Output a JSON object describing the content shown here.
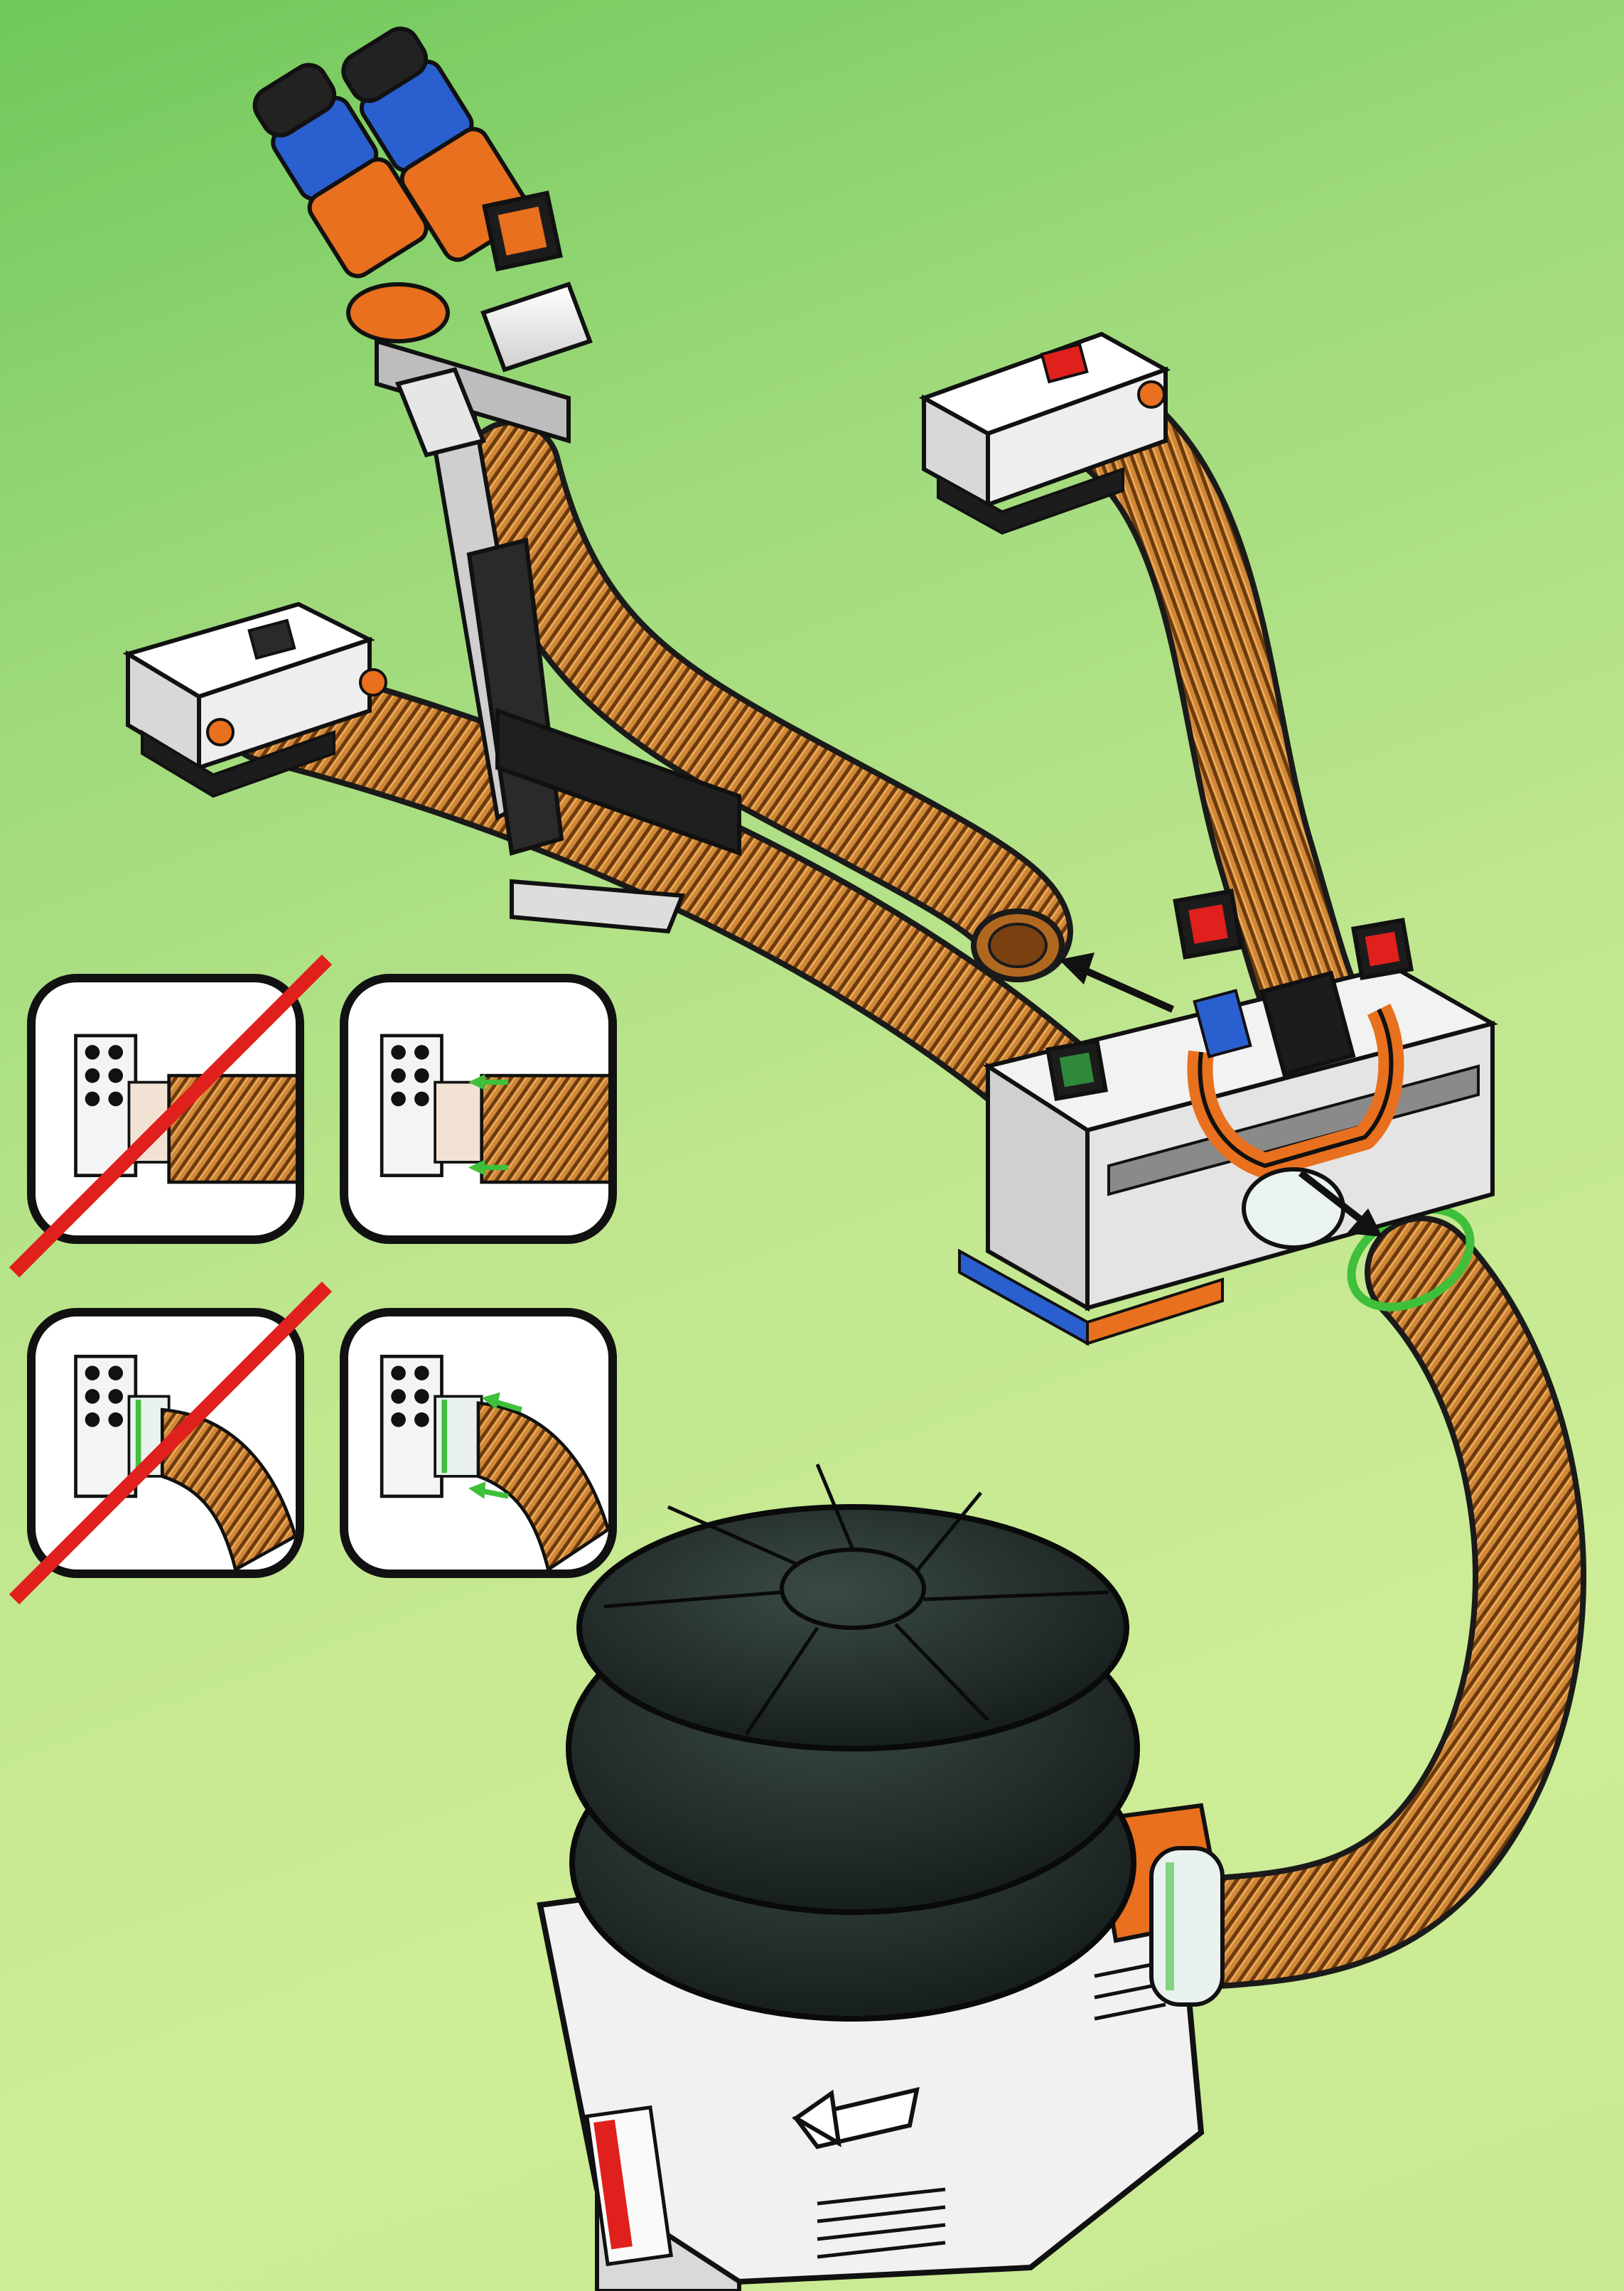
{
  "scene": {
    "description_free": true,
    "colors": {
      "background_top": "#6fc85a",
      "background_bottom": "#cdec96",
      "hose": "#c87828",
      "hose_rib": "#6b3a0c",
      "brick_white": "#eeeeee",
      "brick_gray": "#9a9a9a",
      "brick_black": "#1c1c1c",
      "brick_orange": "#e8701e",
      "brick_blue": "#2a5fd0",
      "compressor_dome": "#1f2a28",
      "strike_red": "#e0201c",
      "ok_arrow_green": "#3fbf3a"
    },
    "icons": [
      "hose-icon",
      "arrow-icon",
      "compressor-icon",
      "strike-icon",
      "green-arrow-icon"
    ]
  },
  "insets": [
    {
      "name": "inset-wrong-1",
      "state": "incorrect"
    },
    {
      "name": "inset-right-1",
      "state": "correct"
    },
    {
      "name": "inset-wrong-2",
      "state": "incorrect"
    },
    {
      "name": "inset-right-2",
      "state": "correct"
    }
  ]
}
